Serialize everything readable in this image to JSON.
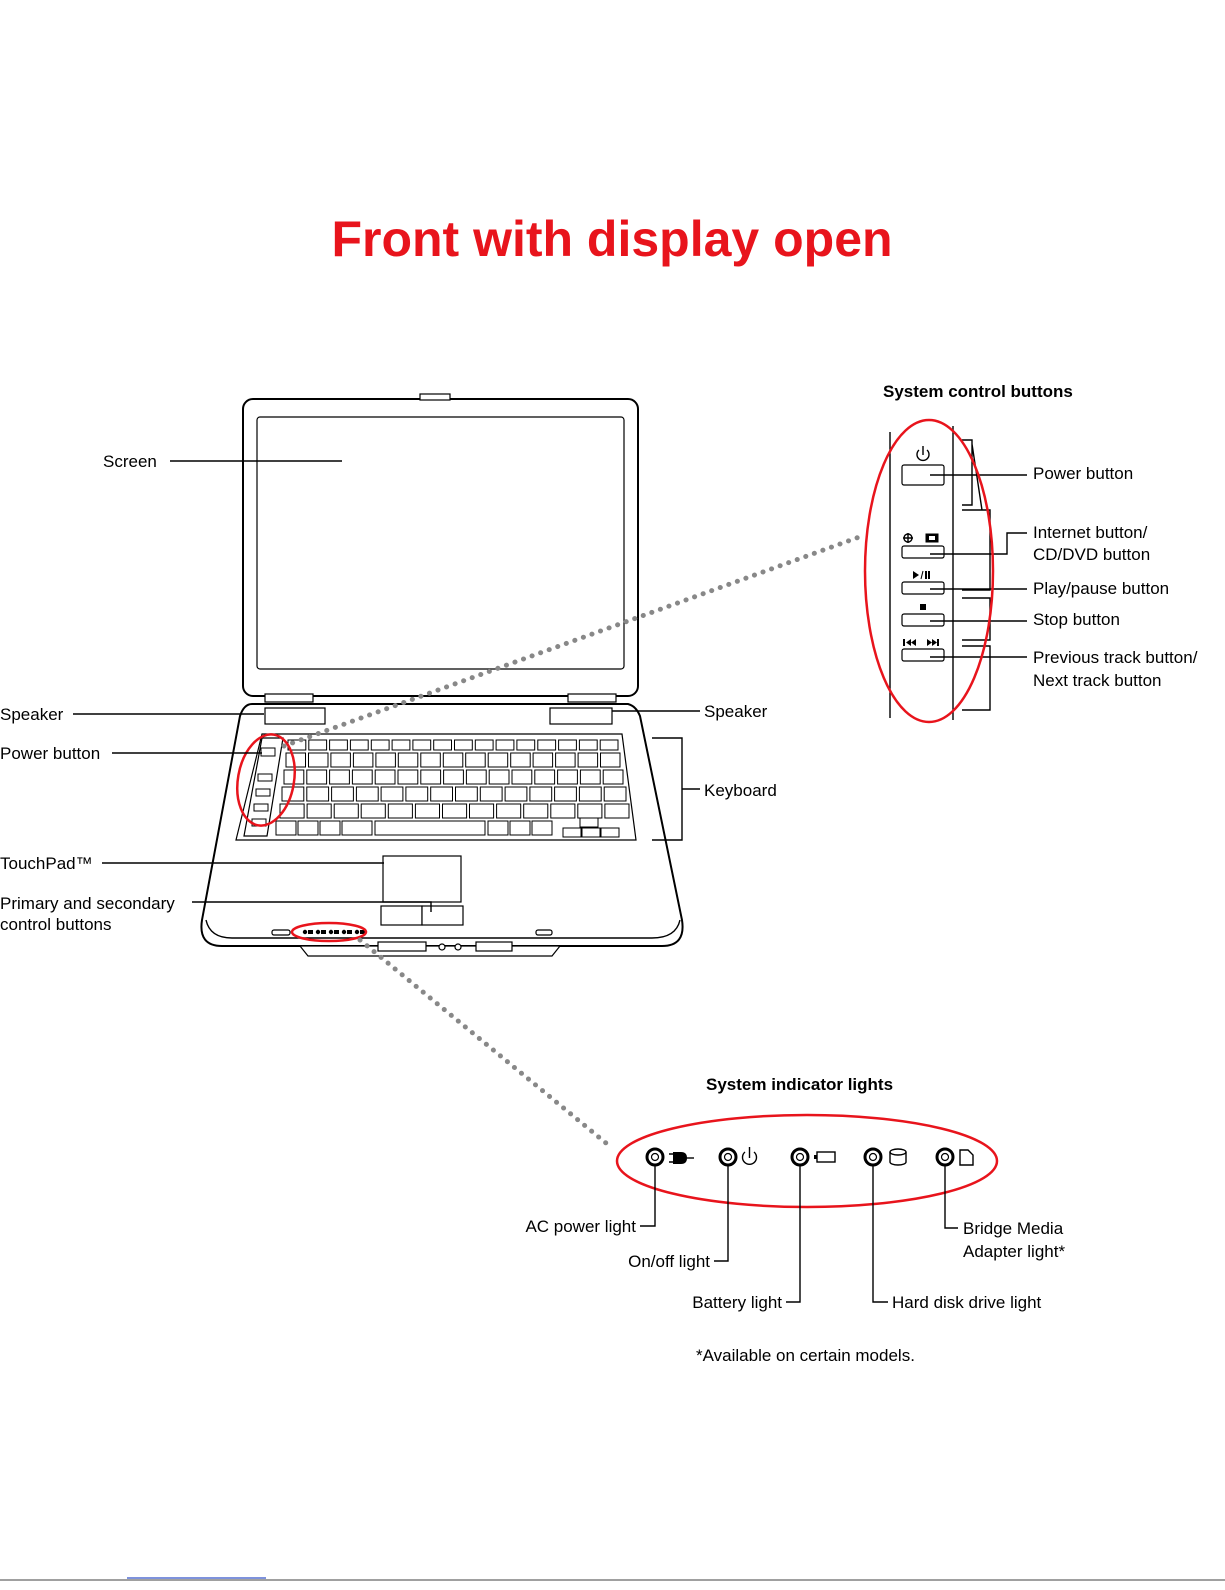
{
  "title": "Front with display open",
  "colors": {
    "accent": "#e8141c",
    "dots": "#888888",
    "ink": "#000000"
  },
  "laptop": {
    "screen": "Screen",
    "speaker_left": "Speaker",
    "speaker_right": "Speaker",
    "power_button": "Power button",
    "keyboard": "Keyboard",
    "touchpad": "TouchPad™",
    "control_buttons_line1": "Primary and secondary",
    "control_buttons_line2": "control buttons"
  },
  "system_control": {
    "heading": "System control buttons",
    "power": "Power button",
    "internet_line1": "Internet button/",
    "internet_line2": "CD/DVD button",
    "play": "Play/pause button",
    "stop": "Stop button",
    "track_line1": "Previous track button/",
    "track_line2": "Next track button"
  },
  "indicators": {
    "heading": "System indicator lights",
    "ac": "AC power light",
    "onoff": "On/off light",
    "battery": "Battery light",
    "hdd": "Hard disk drive light",
    "bridge_line1": "Bridge Media",
    "bridge_line2": "Adapter light*",
    "footnote": "*Available on certain models."
  },
  "icons": [
    "power-icon",
    "internet-icon",
    "cd-dvd-icon",
    "play-pause-icon",
    "stop-icon",
    "previous-track-icon",
    "next-track-icon",
    "ac-plug-icon",
    "battery-icon",
    "hard-disk-icon",
    "media-card-icon"
  ]
}
